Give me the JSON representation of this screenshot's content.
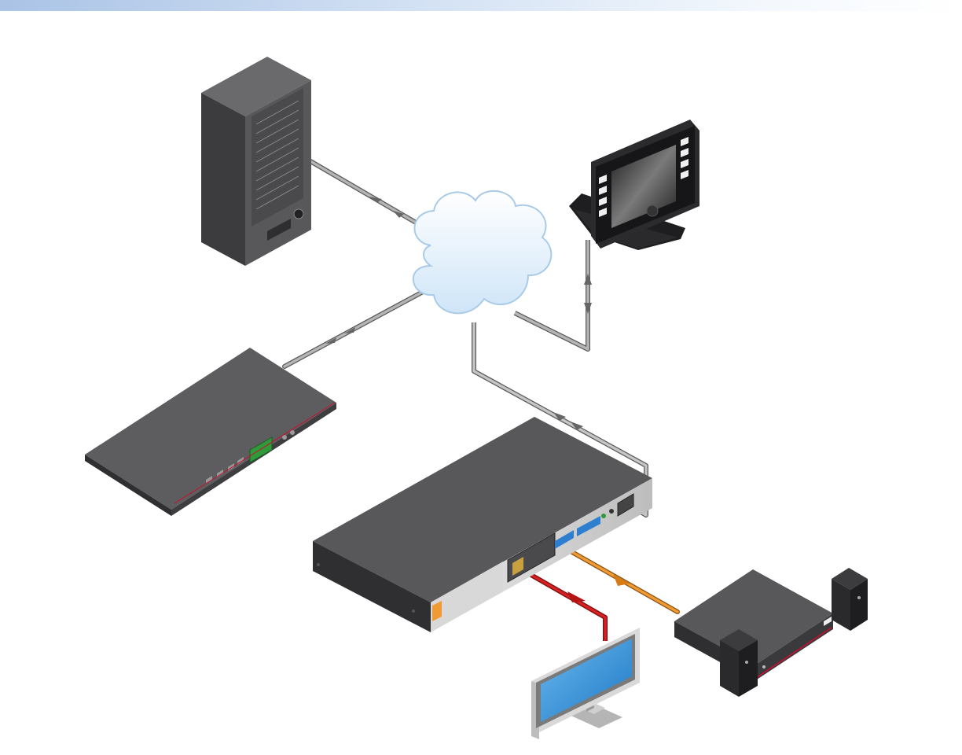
{
  "diagram": {
    "colors": {
      "band": "#b9cdea",
      "cable": "#9a9a9a",
      "cable_edge": "#5a5a5a",
      "video_cable": "#d42222",
      "audio_cable": "#f09a34",
      "device_top": "#5b5b5d",
      "device_front": "#3a3a3c",
      "cloud": "#e4f1fb",
      "screen": "#2f8fd6",
      "lcd": "#2e9a3a",
      "terminal_blue": "#2f7fd0",
      "brand_red": "#c8102e"
    },
    "nodes": [
      {
        "id": "server",
        "icon": "server-rack-icon"
      },
      {
        "id": "network",
        "icon": "network-cloud-icon"
      },
      {
        "id": "touchpanel",
        "icon": "touch-panel-icon"
      },
      {
        "id": "streamer",
        "icon": "rack-device-icon"
      },
      {
        "id": "controller",
        "icon": "control-processor-icon"
      },
      {
        "id": "monitor",
        "icon": "display-monitor-icon"
      },
      {
        "id": "amplifier",
        "icon": "amplifier-icon"
      },
      {
        "id": "speakers",
        "icon": "speaker-icon"
      }
    ],
    "edges": [
      {
        "from": "server",
        "to": "network",
        "style": "ethernet"
      },
      {
        "from": "touchpanel",
        "to": "network",
        "style": "ethernet"
      },
      {
        "from": "streamer",
        "to": "network",
        "style": "ethernet"
      },
      {
        "from": "network",
        "to": "controller",
        "style": "ethernet"
      },
      {
        "from": "controller",
        "to": "monitor",
        "style": "video"
      },
      {
        "from": "controller",
        "to": "amplifier",
        "style": "audio"
      }
    ]
  }
}
